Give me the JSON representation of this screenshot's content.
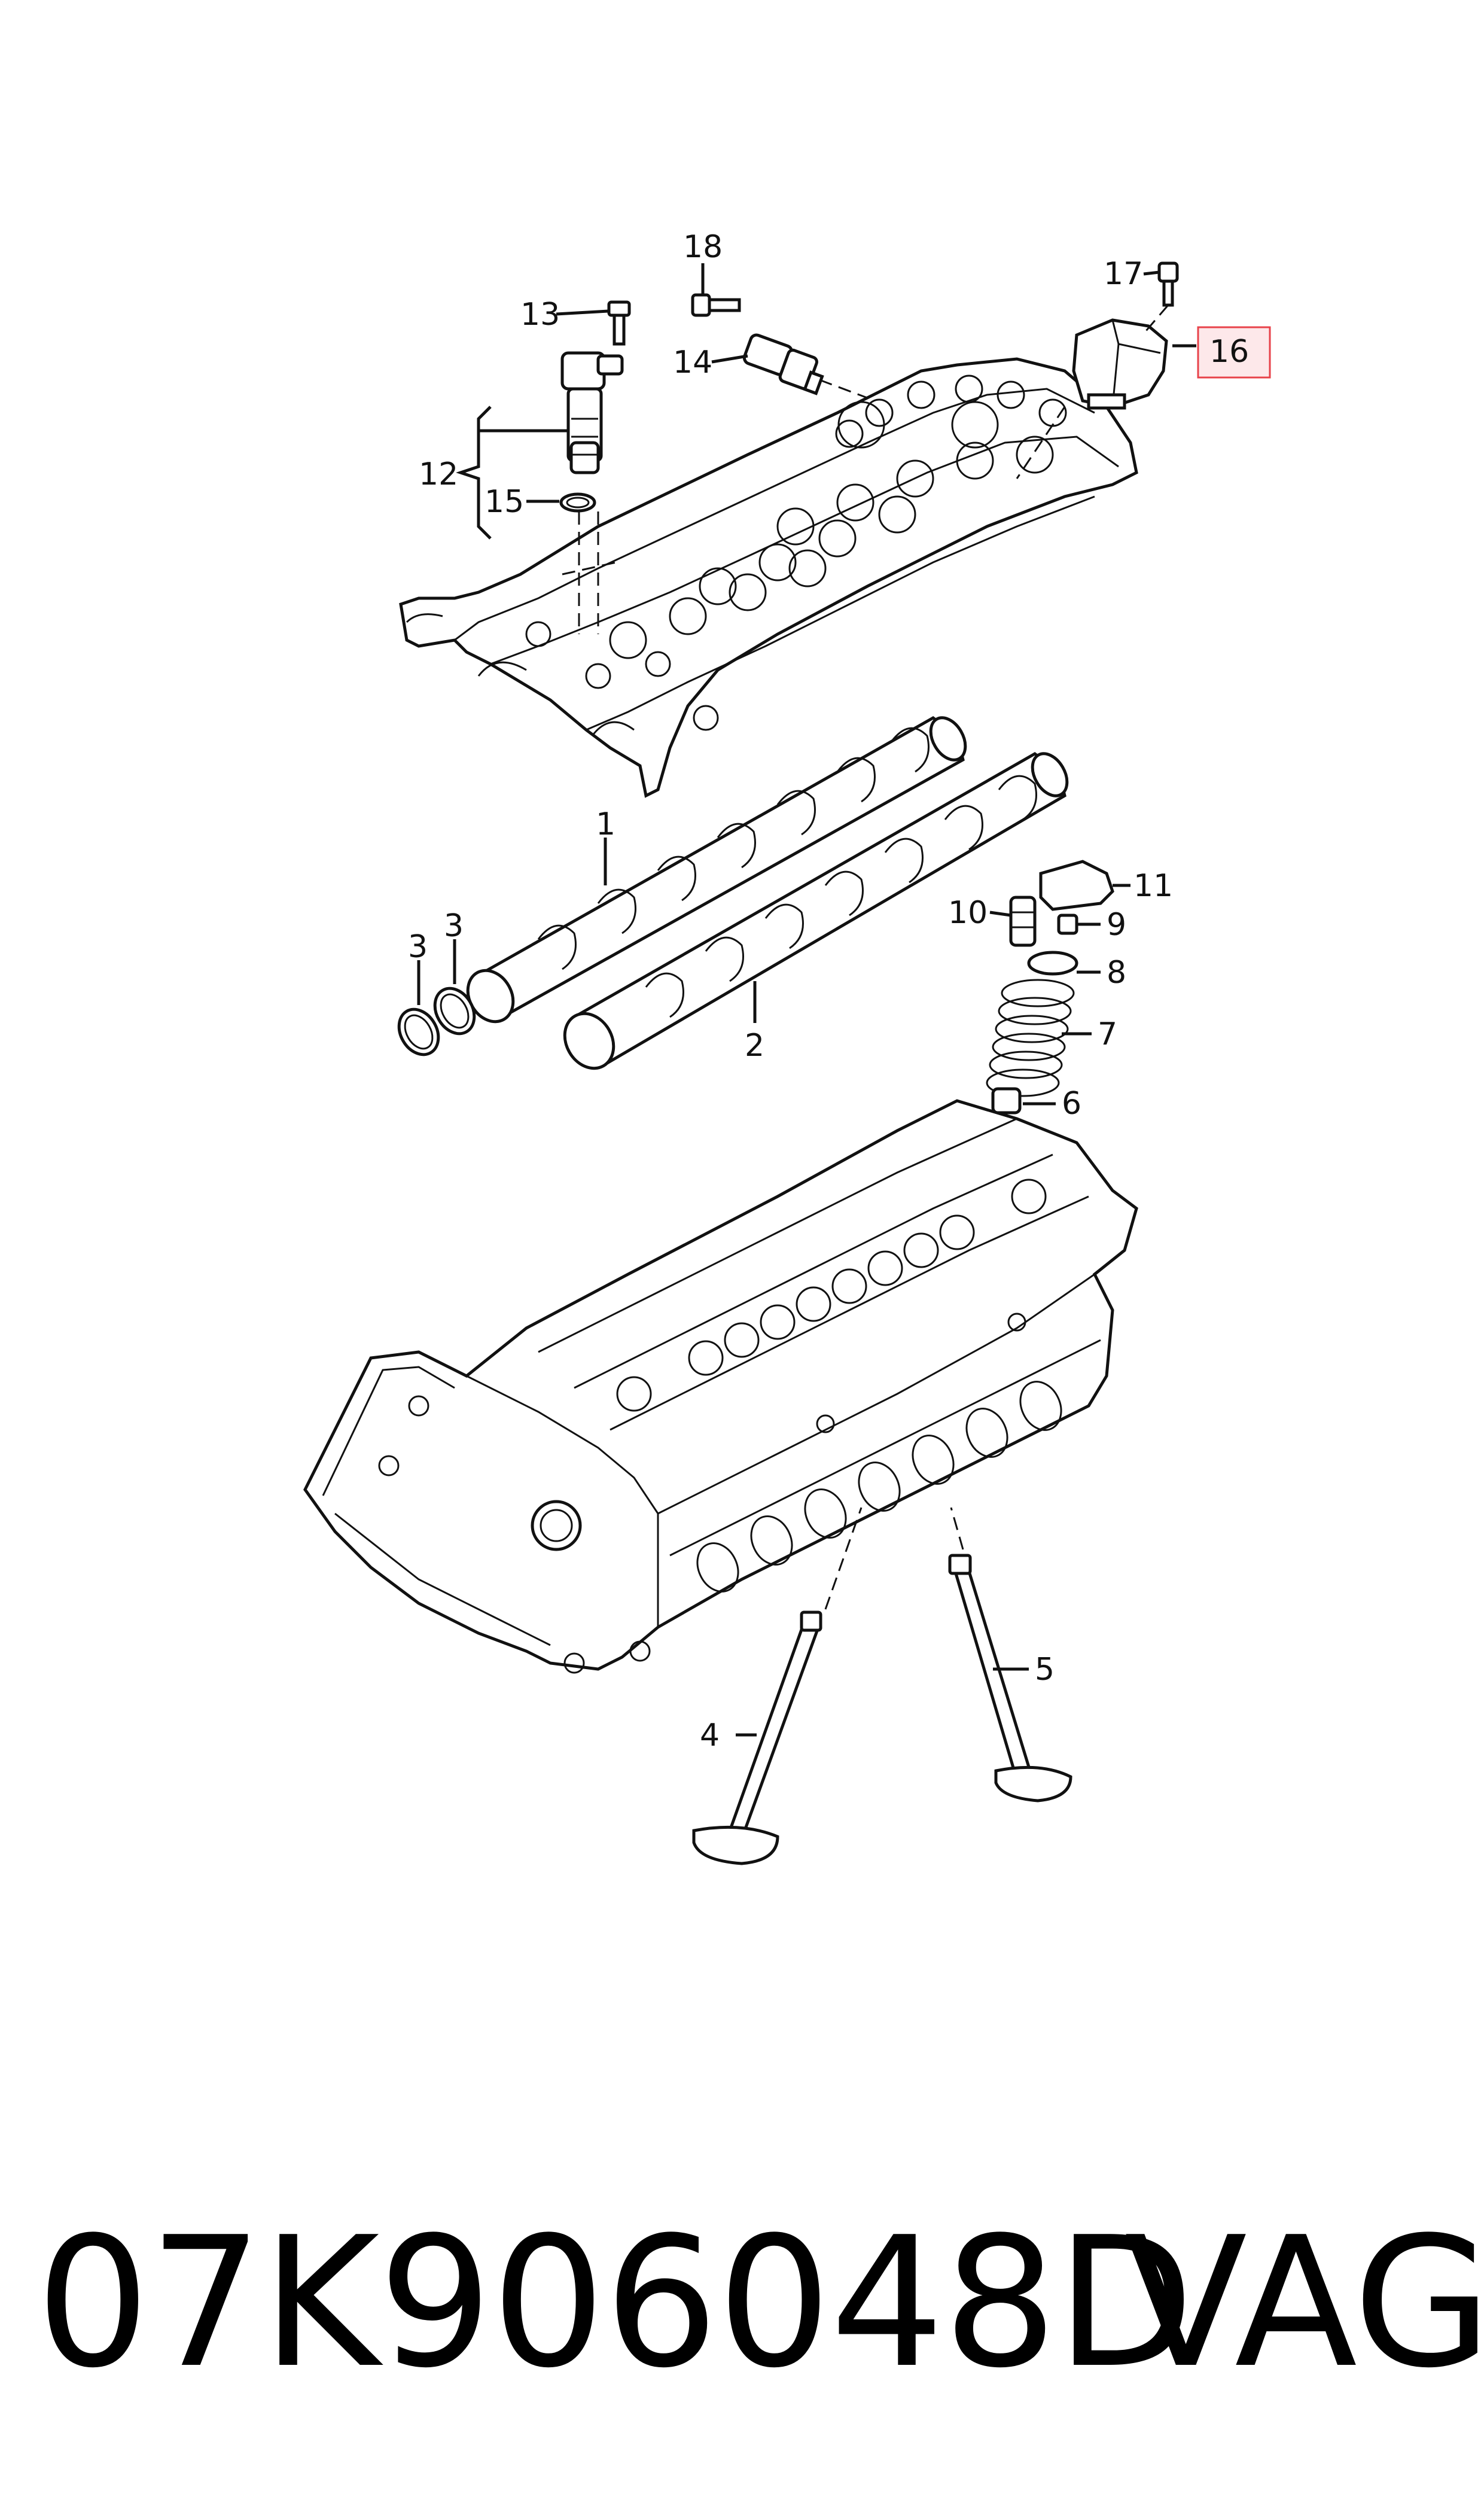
{
  "callouts": [
    {
      "id": "1",
      "text": "1"
    },
    {
      "id": "2",
      "text": "2"
    },
    {
      "id": "3a",
      "text": "3"
    },
    {
      "id": "3b",
      "text": "3"
    },
    {
      "id": "4",
      "text": "4"
    },
    {
      "id": "5",
      "text": "5"
    },
    {
      "id": "6",
      "text": "6"
    },
    {
      "id": "7",
      "text": "7"
    },
    {
      "id": "8",
      "text": "8"
    },
    {
      "id": "9",
      "text": "9"
    },
    {
      "id": "10",
      "text": "10"
    },
    {
      "id": "11",
      "text": "11"
    },
    {
      "id": "12",
      "text": "12"
    },
    {
      "id": "13",
      "text": "13"
    },
    {
      "id": "14",
      "text": "14"
    },
    {
      "id": "15",
      "text": "15"
    },
    {
      "id": "16",
      "text": "16"
    },
    {
      "id": "17",
      "text": "17"
    },
    {
      "id": "18",
      "text": "18"
    }
  ],
  "highlight": {
    "callout": "16",
    "border_color": "#e8424a",
    "fill_color": "#fde8ea"
  },
  "footer": {
    "part_number": "07K906048D",
    "brand": "VAG"
  }
}
